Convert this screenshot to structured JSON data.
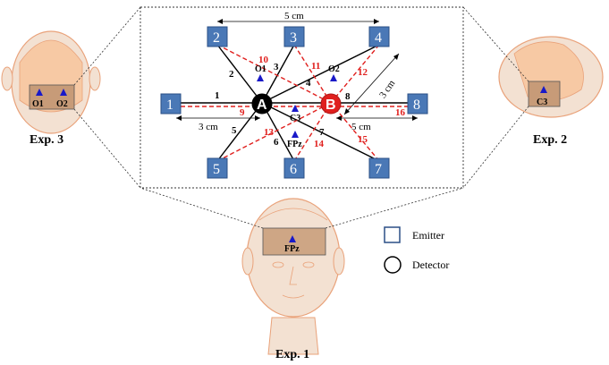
{
  "experiments": {
    "exp1": "Exp. 1",
    "exp2": "Exp. 2",
    "exp3": "Exp. 3"
  },
  "sites": {
    "o1": "O1",
    "o2": "O2",
    "c3": "C3",
    "fpz": "FPz"
  },
  "detectors": [
    {
      "id": "A",
      "color": "#000000"
    },
    {
      "id": "B",
      "color": "#e0201e"
    }
  ],
  "emitters": [
    "1",
    "2",
    "3",
    "4",
    "5",
    "6",
    "7",
    "8"
  ],
  "channels": {
    "detector_a": [
      "1",
      "2",
      "3",
      "4",
      "5",
      "6",
      "7",
      "8"
    ],
    "detector_b": [
      "9",
      "10",
      "11",
      "12",
      "13",
      "14",
      "15",
      "16"
    ]
  },
  "distances": {
    "top": "5 cm",
    "left": "3 cm",
    "right": "5 cm",
    "diagonal": "3 cm"
  },
  "legend": {
    "emitter": "Emitter",
    "detector": "Detector"
  },
  "colors": {
    "emitter_fill": "#4a78b6",
    "emitter_stroke": "#2b4f86",
    "red_channel": "#e0201e",
    "site_marker": "#1919c8",
    "skin": "#f3e1d2",
    "skin_outline": "#e9a27a",
    "roi_fill": "#c79b78"
  }
}
